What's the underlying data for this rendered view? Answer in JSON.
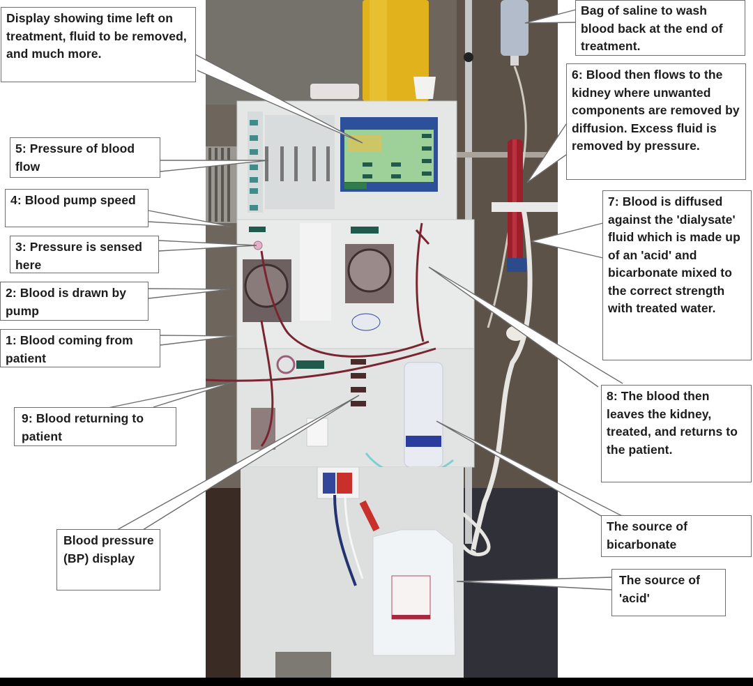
{
  "figure": {
    "subject": "Hemodialysis machine with labeled components",
    "colors": {
      "callout_border": "#6d6d6d",
      "callout_text": "#1c1c1c",
      "machine_body": "#e6e9e8",
      "blood_line": "#7a2430",
      "screen": "#9ed19a",
      "screen_frame": "#2e4f9a",
      "acid_cap": "#c9302c",
      "waste_container": "#e1b21c"
    }
  },
  "callouts": {
    "display": {
      "label": "Display showing time left on treatment, fluid to be removed, and much more."
    },
    "saline": {
      "label": "Bag of saline to wash blood back at the end of treatment."
    },
    "step6": {
      "label": "6: Blood then flows to the kidney where unwanted components are removed by diffusion.  Excess fluid is removed by pressure."
    },
    "step5": {
      "label": "5: Pressure of blood flow"
    },
    "step4": {
      "label": "4: Blood pump speed"
    },
    "step3": {
      "label": "3: Pressure is sensed here"
    },
    "step2": {
      "label": "2: Blood is drawn by pump"
    },
    "step1": {
      "label": "1: Blood coming from patient"
    },
    "step7": {
      "label": "7: Blood is diffused against the 'dialysate' fluid which is made up of an 'acid' and bicarbonate mixed to the correct strength with treated water."
    },
    "step8": {
      "label": "8: The blood then leaves the kidney, treated, and returns to the patient."
    },
    "step9": {
      "label": "9: Blood returning to patient"
    },
    "bp_display": {
      "label": "Blood pressure (BP) display"
    },
    "bicarbonate": {
      "label": "The source of bicarbonate"
    },
    "acid": {
      "label": "The source of 'acid'"
    }
  }
}
